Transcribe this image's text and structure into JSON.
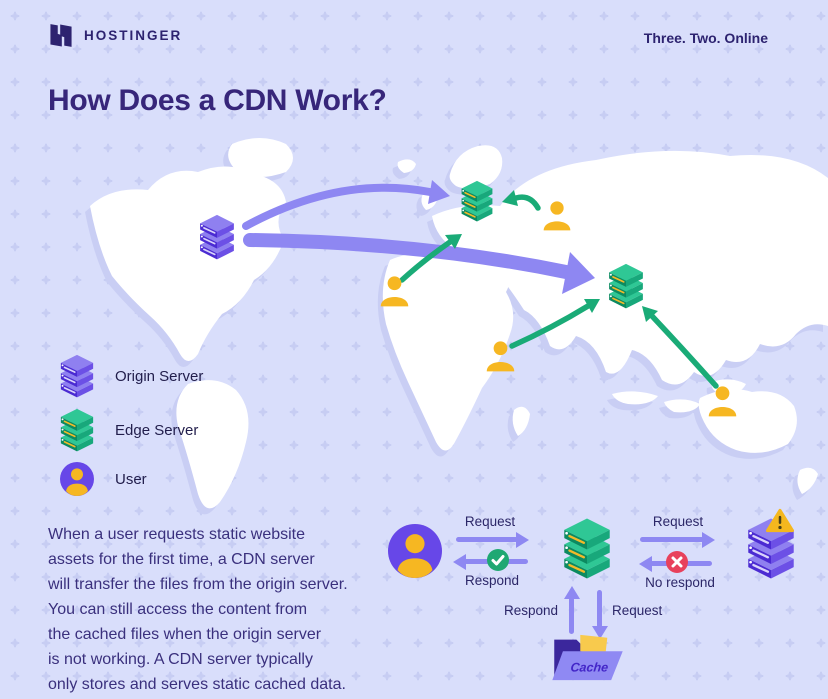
{
  "header": {
    "brand": "HOSTINGER",
    "tagline": "Three. Two. Online"
  },
  "title": "How Does a CDN Work?",
  "legend": {
    "items": [
      {
        "label": "Origin Server"
      },
      {
        "label": "Edge Server"
      },
      {
        "label": "User"
      }
    ]
  },
  "description": {
    "text": "When a user requests static website\nassets for the first time, a CDN server\nwill transfer the files from the origin server.\nYou can still access the content from\nthe cached files when the origin server\nis not working. A CDN server typically\nonly stores and serves static cached data."
  },
  "flow": {
    "user_to_edge": {
      "request": "Request",
      "respond": "Respond"
    },
    "edge_to_origin": {
      "request": "Request",
      "no_respond": "No respond"
    },
    "edge_to_cache": {
      "respond": "Respond",
      "request": "Request"
    },
    "cache_label": "Cache"
  },
  "icons": {
    "logo": "hostinger-h-logo",
    "origin_server": "purple-server-stack",
    "edge_server": "green-server-stack",
    "user": "yellow-person",
    "avatar": "purple-circle-person",
    "success": "check-circle",
    "failure": "cross-circle",
    "warning": "warning-triangle",
    "cache": "open-folder"
  },
  "colors": {
    "background": "#d9defb",
    "ink": "#37267a",
    "purple": "#4b2bd2",
    "purple_light": "#8e88f2",
    "green": "#1aab77",
    "yellow": "#f6b722",
    "red": "#e8415c",
    "land": "#ffffff"
  }
}
